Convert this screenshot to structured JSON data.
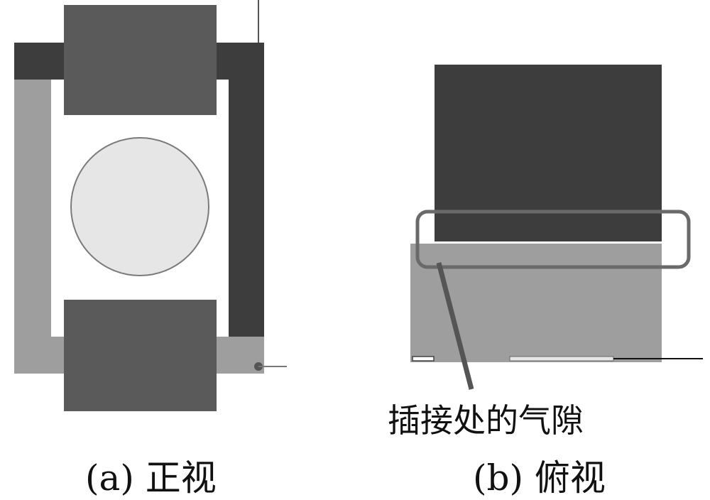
{
  "figure": {
    "annotation": "插接处的气隙",
    "caption_a": "(a)  正视",
    "caption_b": "(b)  俯视"
  },
  "colors": {
    "dark_core": "#3d3d3d",
    "coil": "#5a5a5a",
    "light_core": "#9e9e9e",
    "specimen": "#e6e6e6",
    "outline": "#6a6a6a",
    "background": "#ffffff"
  }
}
